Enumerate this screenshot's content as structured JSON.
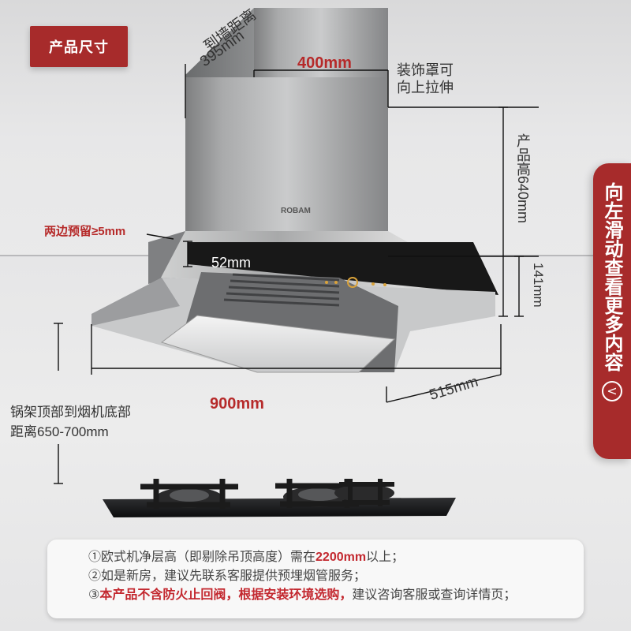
{
  "title_badge": "产品尺寸",
  "side_tab": {
    "text": "向左滑动查看更多内容",
    "arrow": "<"
  },
  "brand": "ROBAM",
  "dimensions": {
    "to_wall_line1": "到墙距离",
    "to_wall_line2": "395mm",
    "width_top": "400mm",
    "extendable_line1": "装饰罩可",
    "extendable_line2": "向上拉伸",
    "height_total": "产品高640mm",
    "side_gap": "两边预留≥5mm",
    "panel_thickness": "52mm",
    "height_lower": "141mm",
    "width_bottom": "900mm",
    "depth": "515mm",
    "burner_to_hood_line1": "锅架顶部到烟机底部",
    "burner_to_hood_line2": "距离650-700mm"
  },
  "notes": {
    "line1_prefix": "①欧式机净层高（即剔除吊顶高度）需在",
    "line1_red": "2200mm",
    "line1_suffix": "以上；",
    "line2": "②如是新房，建议先联系客服提供预埋烟管服务；",
    "line3_prefix": "③",
    "line3_red": "本产品不含防火止回阀，根据安装环境选购，",
    "line3_suffix": "建议咨询客服或查询详情页；"
  },
  "colors": {
    "accent_red": "#a72b2b",
    "text_dark": "#333333",
    "red_text": "#b62a2a"
  }
}
